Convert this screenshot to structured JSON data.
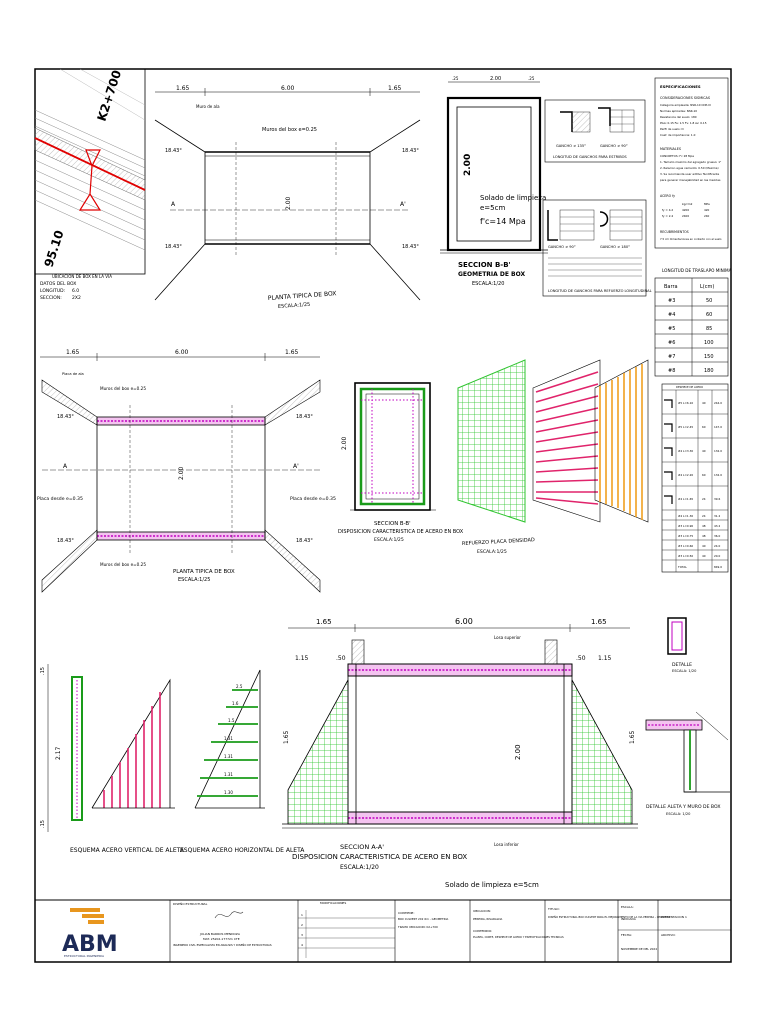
{
  "location": {
    "station": "K2+700",
    "station_side": "95.10",
    "caption": "UBICACION DE BOX EN LA VIA",
    "box_data_title": "DATOS DEL BOX",
    "length_label": "LONGITUD:",
    "length_value": "6.0",
    "section_label": "SECCION:",
    "section_value": "2X2"
  },
  "plan_geometry": {
    "dim_left": "1.65",
    "dim_center": "6.00",
    "dim_right": "1.65",
    "dim_height": "2.00",
    "top_label": "Muro de ala",
    "wall_label": "Muros del box e=0.25",
    "angle_tl": "18.43°",
    "angle_tr": "18.43°",
    "angle_bl": "18.43°",
    "angle_br": "18.43°",
    "cut_a": "A",
    "cut_a2": "A'",
    "title": "PLANTA TIPICA DE BOX",
    "scale": "ESCALA:1/25"
  },
  "section_geometry": {
    "dim_top_left": ".25",
    "dim_top_center": "2.00",
    "dim_top_right": ".25",
    "dim_side": "2.00",
    "note_1": "Solado de limpieza",
    "note_2": "e=5cm",
    "note_3": "f'c=14 Mpa",
    "title_1": "SECCION B-B'",
    "title_2": "GEOMETRIA DE BOX",
    "scale": "ESCALA:1/20"
  },
  "hooks": {
    "hook_135": "GANCHO ≠ 135°",
    "hook_90": "GANCHO ≠ 90°",
    "hook_90b": "GANCHO ≠ 90°",
    "hook_180": "GANCHO ≠ 180°",
    "caption_1": "LONGITUD DE GANCHOS PARA ESTRIBOS",
    "caption_2": "LONGITUD DE GANCHOS PARA REFUERZO LONGITUDINAL"
  },
  "specs": {
    "title": "ESPECIFICACIONES",
    "subtitle": "CONSIDERACIONES SISMICAS",
    "lines": [
      "Categoria empleada:    NSR-10   CDP-III",
      "Normas aplicadas:      NSR-10",
      "Resistencia del suelo:  180",
      "PGA: 0.15    Fa: 1.5    Fv: 1.8    Av: 0.15",
      "Perfil de suelo: D",
      "Coef. de importancia: 1.0"
    ],
    "materials_title": "MATERIALES",
    "material_lines": [
      "CONCRETOS: f'c 28 Mpa",
      "1.   Tamaño maximo del agregado grueso: 1\"",
      "2.   Relacion agua cemento: 0.50 (Maxima)",
      "3.   Se recomienda usar aditivo fluidificante",
      "      para generar manejabilidad en las mezclas"
    ],
    "steel_title": "ACERO fy",
    "steel_rows": [
      [
        "",
        "kg/cm2",
        "MPa"
      ],
      [
        "fy = 4.2",
        "4200",
        "420"
      ],
      [
        "fy = 2.4",
        "2400",
        "240"
      ]
    ],
    "recub_title": "RECUBRIMIENTOS",
    "recub_text": "7.5 cm    Cimentaciones en contacto con el suelo"
  },
  "splice": {
    "title": "LONGITUD DE TRASLAPO MINIMA",
    "col_bar": "Barra",
    "col_len": "L(cm)",
    "rows": [
      [
        "#3",
        "50"
      ],
      [
        "#4",
        "60"
      ],
      [
        "#5",
        "85"
      ],
      [
        "#6",
        "100"
      ],
      [
        "#7",
        "150"
      ],
      [
        "#8",
        "180"
      ]
    ]
  },
  "plan_steel": {
    "dim_left": "1.65",
    "dim_center": "6.00",
    "dim_right": "1.65",
    "dim_height": "2.00",
    "angle_tl": "18.43°",
    "angle_tr": "18.43°",
    "angle_bl": "18.43°",
    "angle_br": "18.43°",
    "label_top": "Muros del box e=0.25",
    "label_bottom": "Muros del box e=0.25",
    "label_left": "Placa de ala",
    "label_piece_left": "Placa desde e=0.35",
    "label_piece_right": "Placa desde e=0.35",
    "cut_a": "A",
    "cut_a2": "A'",
    "title": "PLANTA TIPICA DE BOX",
    "scale": "ESCALA:1/25"
  },
  "section_steel": {
    "dim_side": "2.00",
    "title_1": "SECCION B-B'",
    "title_2": "DISPOSICION CARACTERISTICA DE ACERO EN BOX",
    "scale": "ESCALA:1/25"
  },
  "wing_mesh": {
    "title": "REFUERZO PLACA DENSIDAD",
    "scale": "ESCALA:1/25"
  },
  "section_a": {
    "dim_left": "1.65",
    "dim_center": "6.00",
    "dim_right": "1.65",
    "dim_sub_left": "1.15",
    "dim_sub_mid_l": ".50",
    "dim_sub_mid_r": ".50",
    "dim_sub_right": "1.15",
    "dim_height": "2.00",
    "dim_side_left": "1.65",
    "dim_side_right": "1.65",
    "label_slab": "Losa superior",
    "label_bottom": "Losa inferior",
    "title_1": "SECCION A-A'",
    "title_2": "DISPOSICION CARACTERISTICA DE ACERO EN BOX",
    "scale": "ESCALA:1/20",
    "clean_note": "Solado de limpieza e=5cm"
  },
  "wing_vertical": {
    "dim_top": ".15",
    "dim_height": "2.17",
    "dim_bottom": ".15",
    "title": "ESQUEMA ACERO VERTICAL DE ALETA"
  },
  "wing_horizontal": {
    "title": "ESQUEMA ACERO HORIZONTAL DE ALETA",
    "bar_labels": [
      "2.5",
      "1.6",
      "1.5",
      "1.31",
      "1.31",
      "1.31",
      "1.30"
    ]
  },
  "bar_schedule": {
    "header": "DESPIECE DE ACERO",
    "rows": [
      [
        "#5 L=6.10",
        "40",
        "244.0"
      ],
      [
        "#5 L=2.45",
        "60",
        "147.0"
      ],
      [
        "#4 L=3.30",
        "40",
        "132.0"
      ],
      [
        "#4 L=2.20",
        "60",
        "132.0"
      ],
      [
        "#4 L=1.65",
        "24",
        "39.6"
      ],
      [
        "#4 L=1.30",
        "24",
        "31.2"
      ],
      [
        "#3 L=0.90",
        "48",
        "43.2"
      ],
      [
        "#3 L=0.75",
        "48",
        "36.0"
      ],
      [
        "#3 L=0.60",
        "40",
        "24.0"
      ],
      [
        "#3 L=0.50",
        "40",
        "20.0"
      ],
      [
        "TOTAL",
        "",
        "849.0"
      ]
    ]
  },
  "detail": {
    "title_1": "DETALLE ALETA Y MURO DE BOX",
    "scale_1": "ESCALA: 1/20",
    "title_2": "DETALLE",
    "scale_2": "ESCALA: 1/20"
  },
  "title_block": {
    "logo": "ABM",
    "logo_sub": "ESTRUCTURAL INGENIERIA",
    "designer_label": "DISEÑO ESTRUCTURAL",
    "designer_name": "JULIAN BARROS MENDOZA",
    "designer_license": "MAT. 25202-177721 CTE",
    "designer_role": "INGENIERO CIVIL ESPECIALISTA EN ANALISIS Y DISEÑO DE ESTRUCTURAS",
    "revisions_label": "MODIFICACIONES",
    "revision_nums": [
      "1",
      "2",
      "3",
      "4"
    ],
    "content_label": "CONTIENE:",
    "content_1": "BOX CULVERT 2X2 6m - GEOMETRIA",
    "content_2": "TRAMO UBICACION: K2+700",
    "location_label": "UBICACION:",
    "location_value": "PEREIRA, RISARALDA",
    "contains_label": "CONTENIDO:",
    "contains_value": "PLANTA, CORTE, DESPIECE DE ACERO Y ESPECIFICACIONES TECNICAS",
    "title_label": "TITULO:",
    "title_value": "DISEÑO ESTRUCTURAL BOX CULVERT PARA EL MEJORAMIENTO DE LA VIA PEREIRA - CERRITOS",
    "scale_label": "ESCALA:",
    "scale_value": "INDICADA",
    "date_label": "FECHA:",
    "date_value": "NOVIEMBRE DE DEL 2024",
    "sheet_label": "PRESENTACION 1",
    "file_label": "ARCHIVO:"
  }
}
